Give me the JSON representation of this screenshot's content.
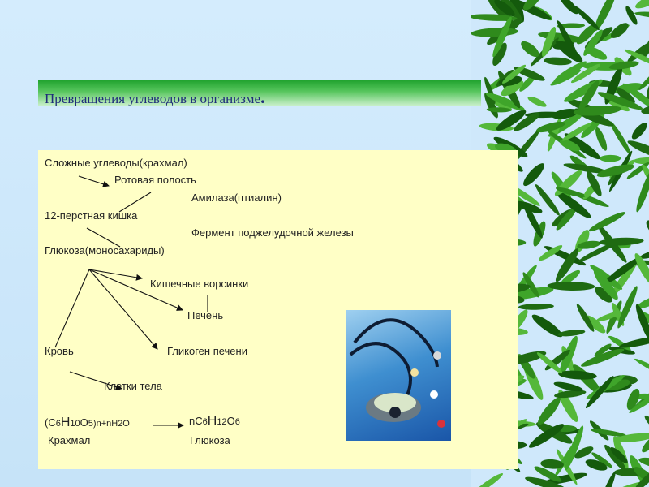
{
  "slide": {
    "title": "Превращения углеводов в организме",
    "title_dot": "."
  },
  "content": {
    "line1": "Сложные углеводы(крахмал)",
    "line2": "Ротовая полость",
    "line3": "Амилаза(птиалин)",
    "line4": "12-перстная кишка",
    "line5": "Фермент поджелудочной железы",
    "line6": "Глюкоза(моносахариды)",
    "line7": "Кишечные ворсинки",
    "line8": "Печень",
    "line9a": "Кровь",
    "line9b": "Гликоген печени",
    "line10": "Клетки тела",
    "formula_left": {
      "open": "(С",
      "n6": "6",
      "H": "Н",
      "n10": "10",
      "O": "О",
      "n5": "5",
      "close": ")",
      "sub_n": "n",
      "plus": "+nH2O"
    },
    "formula_right": {
      "n": "nС",
      "n6": "6",
      "H": "Н",
      "n12": "12",
      "O": "О",
      "n6b": "6"
    },
    "label_starch": "Крахмал",
    "label_glucose": "Глюкоза"
  },
  "colors": {
    "title_text": "#1e2d7a",
    "title_bar": "#1da12c",
    "content_bg": "#ffffc6",
    "background": "#cfe8fb"
  }
}
